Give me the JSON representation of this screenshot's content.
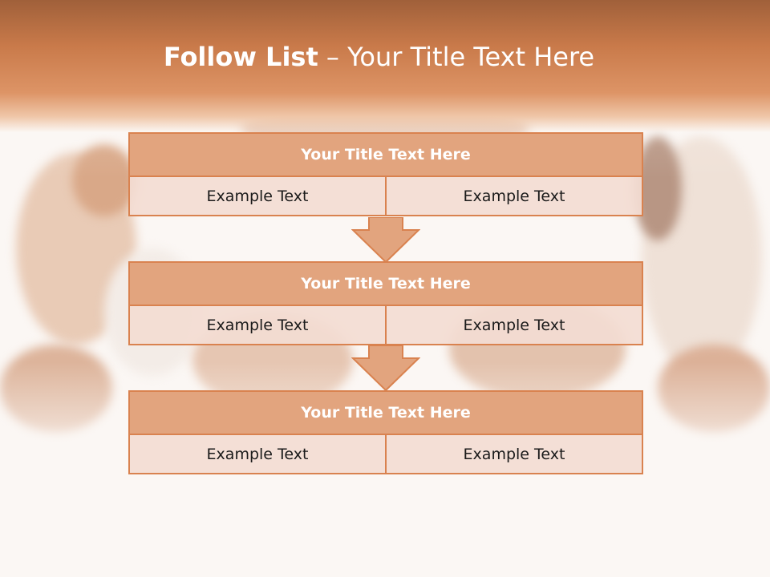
{
  "title": {
    "bold": "Follow List",
    "rest": " – Your Title Text Here"
  },
  "steps": [
    {
      "title": "Your Title Text Here",
      "left": "Example Text",
      "right": "Example Text"
    },
    {
      "title": "Your Title Text Here",
      "left": "Example Text",
      "right": "Example Text"
    },
    {
      "title": "Your Title Text Here",
      "left": "Example Text",
      "right": "Example Text"
    }
  ],
  "colors": {
    "header_band": "#c97a4a",
    "block_head": "#e2a47e",
    "block_border": "#d9824f",
    "cell_fill": "#f3dcd2",
    "arrow_fill": "#e2a47e"
  },
  "background_image": "faded-group-photo"
}
